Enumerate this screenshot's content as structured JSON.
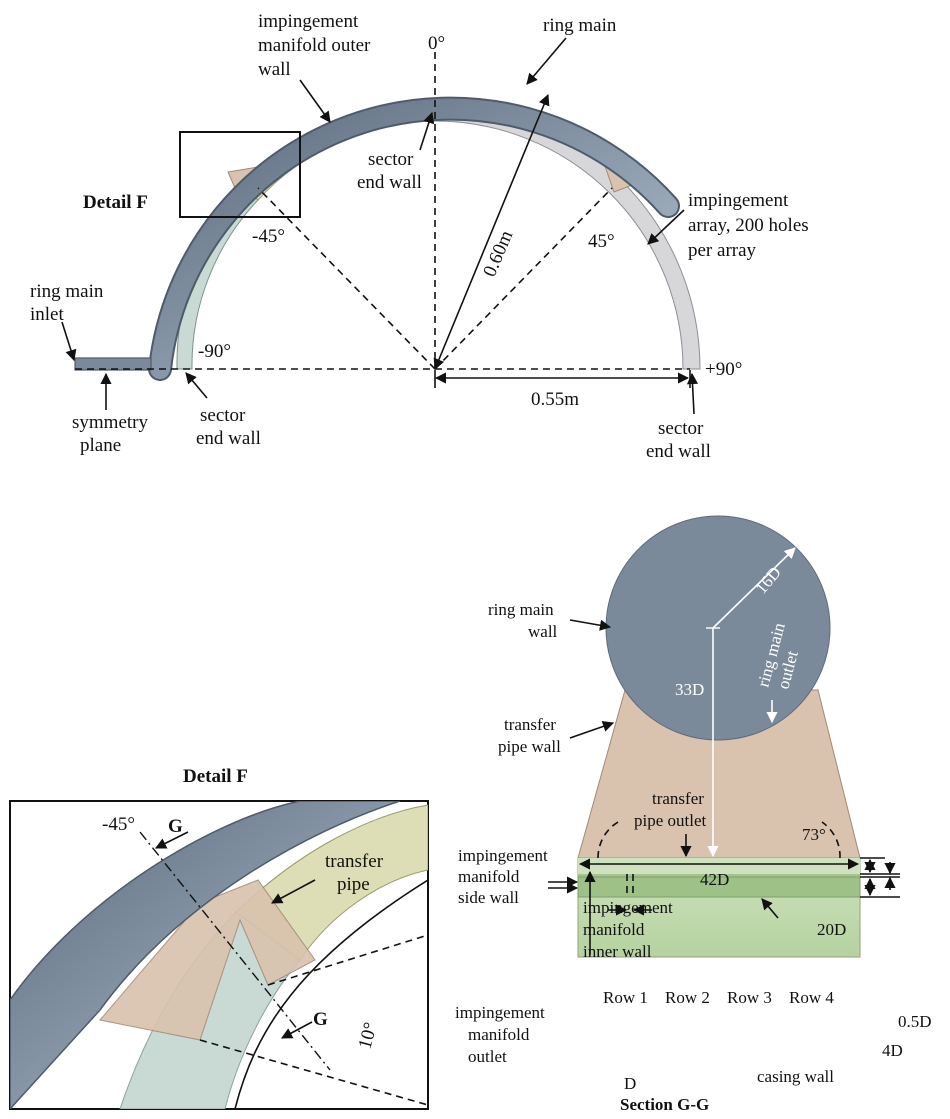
{
  "top_view": {
    "label_ring_main": "ring main",
    "label_outer_wall": [
      "impingement",
      "manifold outer",
      "wall"
    ],
    "label_zero": "0°",
    "label_sector_end_wall_top": [
      "sector",
      "end wall"
    ],
    "label_detail": "Detail F",
    "label_radius": "0.60m",
    "label_minus45": "-45°",
    "label_plus45": "45°",
    "label_array": [
      "impingement",
      "array, 200 holes",
      "per array"
    ],
    "label_inlet": [
      "ring main",
      "inlet"
    ],
    "label_minus90": "-90°",
    "label_plus90": "+90°",
    "label_half_width": "0.55m",
    "label_symmetry": [
      "symmetry",
      "plane"
    ],
    "label_sector_end_wall_left": [
      "sector",
      "end wall"
    ],
    "label_sector_end_wall_right": [
      "sector",
      "end wall"
    ]
  },
  "detail_f": {
    "title": "Detail F",
    "label_minus45": "-45°",
    "label_g_top": "G",
    "label_g_bottom": "G",
    "label_transfer_pipe": [
      "transfer",
      "pipe"
    ],
    "label_ten": "10°"
  },
  "section_gg": {
    "title": "Section G-G",
    "label_ring_main_wall": [
      "ring main",
      "wall"
    ],
    "label_16d": "16D",
    "label_33d": "33D",
    "label_ring_main_outlet": [
      "ring main",
      "outlet"
    ],
    "label_transfer_pipe_wall": [
      "transfer",
      "pipe wall"
    ],
    "label_transfer_pipe_outlet": [
      "transfer",
      "pipe outlet"
    ],
    "label_73": "73°",
    "label_side_wall": [
      "impingement",
      "manifold",
      "side wall"
    ],
    "label_42d": "42D",
    "label_inner_wall": [
      "impingement",
      "manifold",
      "inner wall"
    ],
    "label_20d": "20D",
    "rows": [
      "Row 1",
      "Row 2",
      "Row 3",
      "Row 4"
    ],
    "label_half_d": "0.5D",
    "label_outlet": [
      "impingement",
      "manifold",
      "outlet"
    ],
    "label_4d": "4D",
    "label_d": "D",
    "label_casing": "casing wall"
  },
  "colors": {
    "ring_main": "#7b8a9b",
    "transfer_pipe": "#d9c2ae",
    "manifold_green": "#b7d3a4",
    "manifold_olive": "#ddddb6",
    "manifold_blue": "#c9d9d3",
    "manifold_grey": "#d7d7da"
  }
}
